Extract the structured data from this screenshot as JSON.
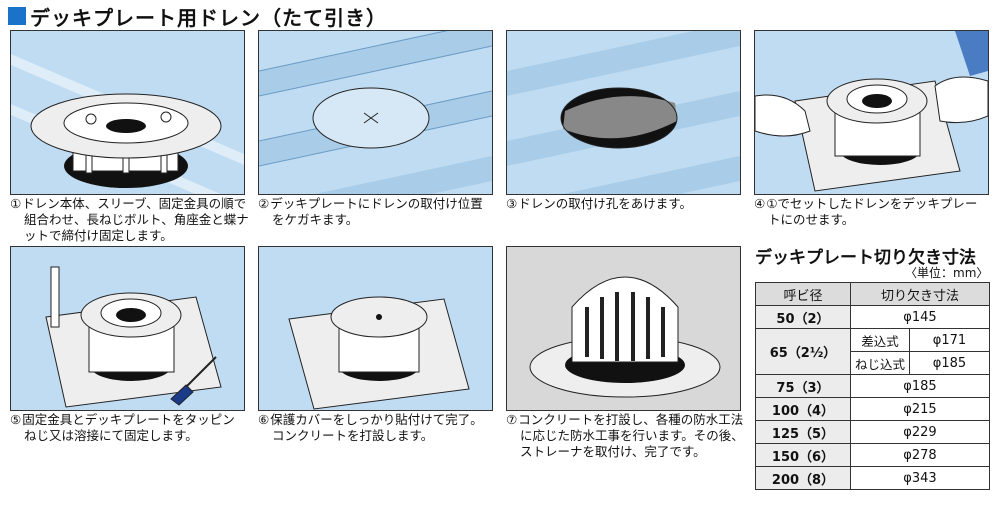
{
  "header": {
    "title": "デッキプレート用ドレン（たて引き）"
  },
  "steps": [
    {
      "num": "①",
      "lines": [
        "ドレン本体、スリーブ、固定金具の順で",
        "組合わせ、長ねじボルト、角座金と蝶ナ",
        "ットで締付け固定します。"
      ]
    },
    {
      "num": "②",
      "lines": [
        "デッキプレートにドレンの取付け位置",
        "をケガキます。"
      ]
    },
    {
      "num": "③",
      "lines": [
        "ドレンの取付け孔をあけます。"
      ]
    },
    {
      "num": "④",
      "lines": [
        "①でセットしたドレンをデッキプレー",
        "トにのせます。"
      ]
    },
    {
      "num": "⑤",
      "lines": [
        "固定金具とデッキプレートをタッピン",
        "ねじ又は溶接にて固定します。"
      ]
    },
    {
      "num": "⑥",
      "lines": [
        "保護カバーをしっかり貼付けて完了。",
        "コンクリートを打設します。"
      ]
    },
    {
      "num": "⑦",
      "lines": [
        "コンクリートを打設し、各種の防水工法",
        "に応じた防水工事を行います。その後、",
        "ストレーナを取付け、完了です。"
      ]
    }
  ],
  "cutout": {
    "title": "デッキプレート切り欠き寸法",
    "unit": "〈単位：mm〉",
    "headers": [
      "呼ビ径",
      "切り欠き寸法"
    ],
    "rows": [
      {
        "size": "50（2）",
        "value": "φ145"
      },
      {
        "size": "65（2½）",
        "sub1": "差込式",
        "val1": "φ171",
        "sub2": "ねじ込式",
        "val2": "φ185"
      },
      {
        "size": "75（3）",
        "value": "φ185"
      },
      {
        "size": "100（4）",
        "value": "φ215"
      },
      {
        "size": "125（5）",
        "value": "φ229"
      },
      {
        "size": "150（6）",
        "value": "φ278"
      },
      {
        "size": "200（8）",
        "value": "φ343"
      }
    ]
  },
  "colors": {
    "deck": "#bfdcf2",
    "deck_stripe": "#a9cde8",
    "accent": "#1a73c8",
    "steel": "#e6e6e6",
    "glove": "#ffffff",
    "sleeve": "#4a7cc4"
  }
}
